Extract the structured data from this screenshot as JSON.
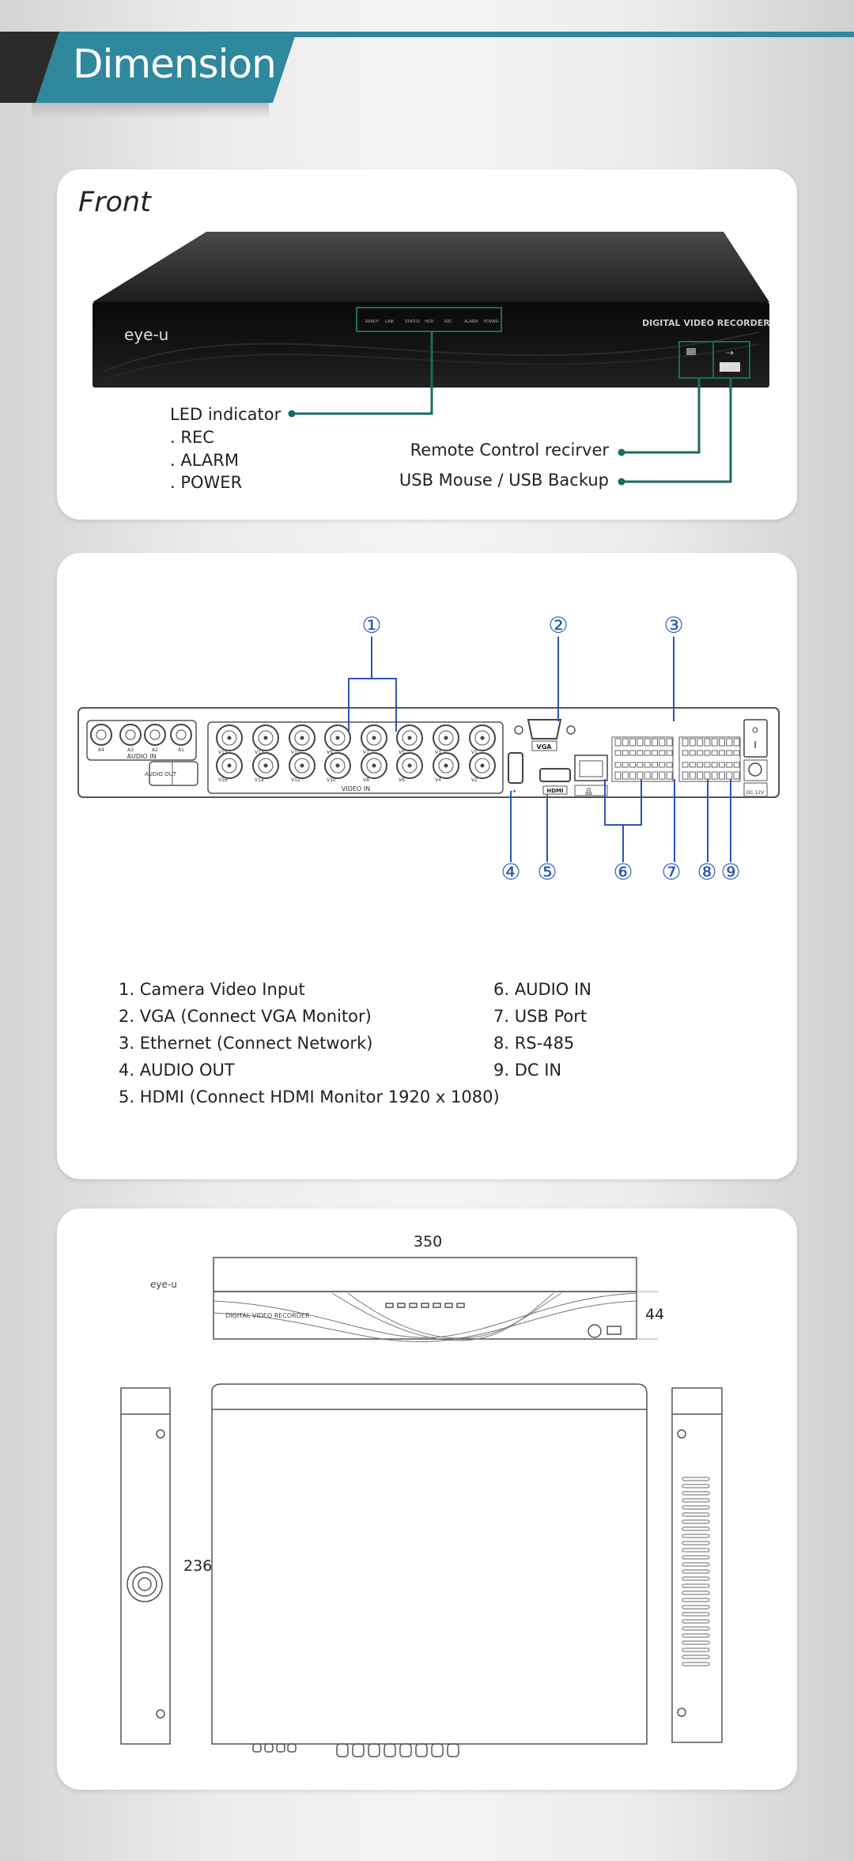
{
  "header": {
    "title": "Dimension"
  },
  "front": {
    "title": "Front",
    "brand": "eye-u",
    "device_label": "DIGITAL VIDEO RECORDER",
    "led_panel_labels": [
      "READY",
      "LINK",
      "STATUS",
      "HDD",
      "REC",
      "ALARM",
      "POWER"
    ],
    "led_indicator": {
      "title": "LED indicator",
      "items": [
        ". REC",
        ". ALARM",
        ". POWER"
      ]
    },
    "remote_label": "Remote Control recirver",
    "usb_label": "USB Mouse / USB Backup",
    "accent_color": "#1a6b60"
  },
  "rear": {
    "audio_in_labels": [
      "A4",
      "A3",
      "A2",
      "A1"
    ],
    "audio_in_title": "AUDIO IN",
    "audio_out_title": "AUDIO OUT",
    "video_top_labels": [
      "V15",
      "V13",
      "V11",
      "V9",
      "V7",
      "V5",
      "V3",
      "V1"
    ],
    "video_bottom_labels": [
      "V16",
      "V14",
      "V12",
      "V10",
      "V8",
      "V6",
      "V4",
      "V2"
    ],
    "video_in_title": "VIDEO IN",
    "vga_label": "VGA",
    "hdmi_label": "HDMI",
    "dc_label": "DC 12V",
    "callouts": [
      "①",
      "②",
      "③",
      "④",
      "⑤",
      "⑥",
      "⑦",
      "⑧",
      "⑨"
    ],
    "callout_color": "#2a55b0",
    "legend_left": [
      "1. Camera Video Input",
      "2. VGA (Connect VGA Monitor)",
      "3. Ethernet (Connect Network)",
      "4. AUDIO OUT",
      "5. HDMI (Connect HDMI Monitor 1920 x 1080)"
    ],
    "legend_right": [
      "6. AUDIO IN",
      "7. USB Port",
      "8. RS-485",
      "9. DC IN"
    ]
  },
  "dimensions": {
    "width": "350",
    "height": "44",
    "depth": "236",
    "brand": "eye-u",
    "device_label": "DIGITAL VIDEO RECORDER"
  }
}
